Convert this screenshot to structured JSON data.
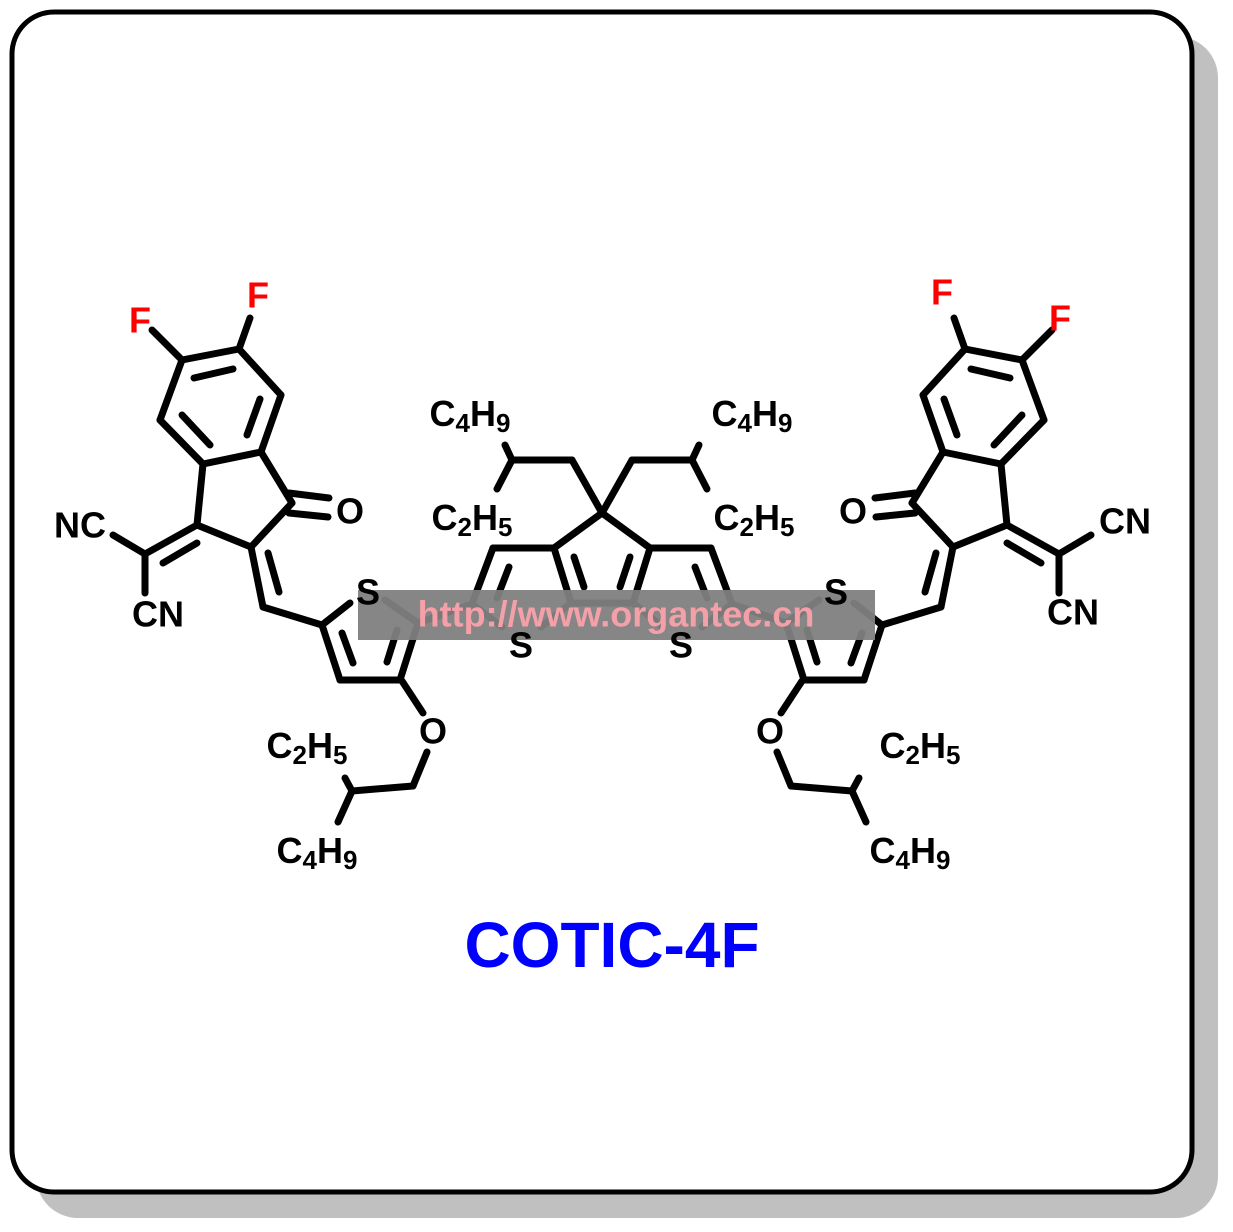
{
  "compound_name": "COTIC-4F",
  "colors": {
    "title": "#0000ff",
    "fluorine": "#ff0000",
    "bond": "#000000",
    "shadow": "#c0c0c0",
    "watermark_bg": "#808080",
    "watermark_text": "#f4a0a8"
  },
  "watermark": "http://www.organtec.cn",
  "atoms": {
    "F_left_1": "F",
    "F_left_2": "F",
    "F_right_1": "F",
    "F_right_2": "F",
    "NC_left": "NC",
    "CN_left": "CN",
    "CN_right_1": "CN",
    "CN_right_2": "CN",
    "O_left_keto": "O",
    "O_right_keto": "O",
    "O_left_ether": "O",
    "O_right_ether": "O",
    "S_left_outer": "S",
    "S_left_core": "S",
    "S_right_core": "S",
    "S_right_outer": "S"
  },
  "substituents": {
    "core_left_upper": "C4H9",
    "core_left_lower": "C2H5",
    "core_right_upper": "C4H9",
    "core_right_lower": "C2H5",
    "ether_left_upper": "C2H5",
    "ether_left_lower": "C4H9",
    "ether_right_upper": "C2H5",
    "ether_right_lower": "C4H9"
  }
}
